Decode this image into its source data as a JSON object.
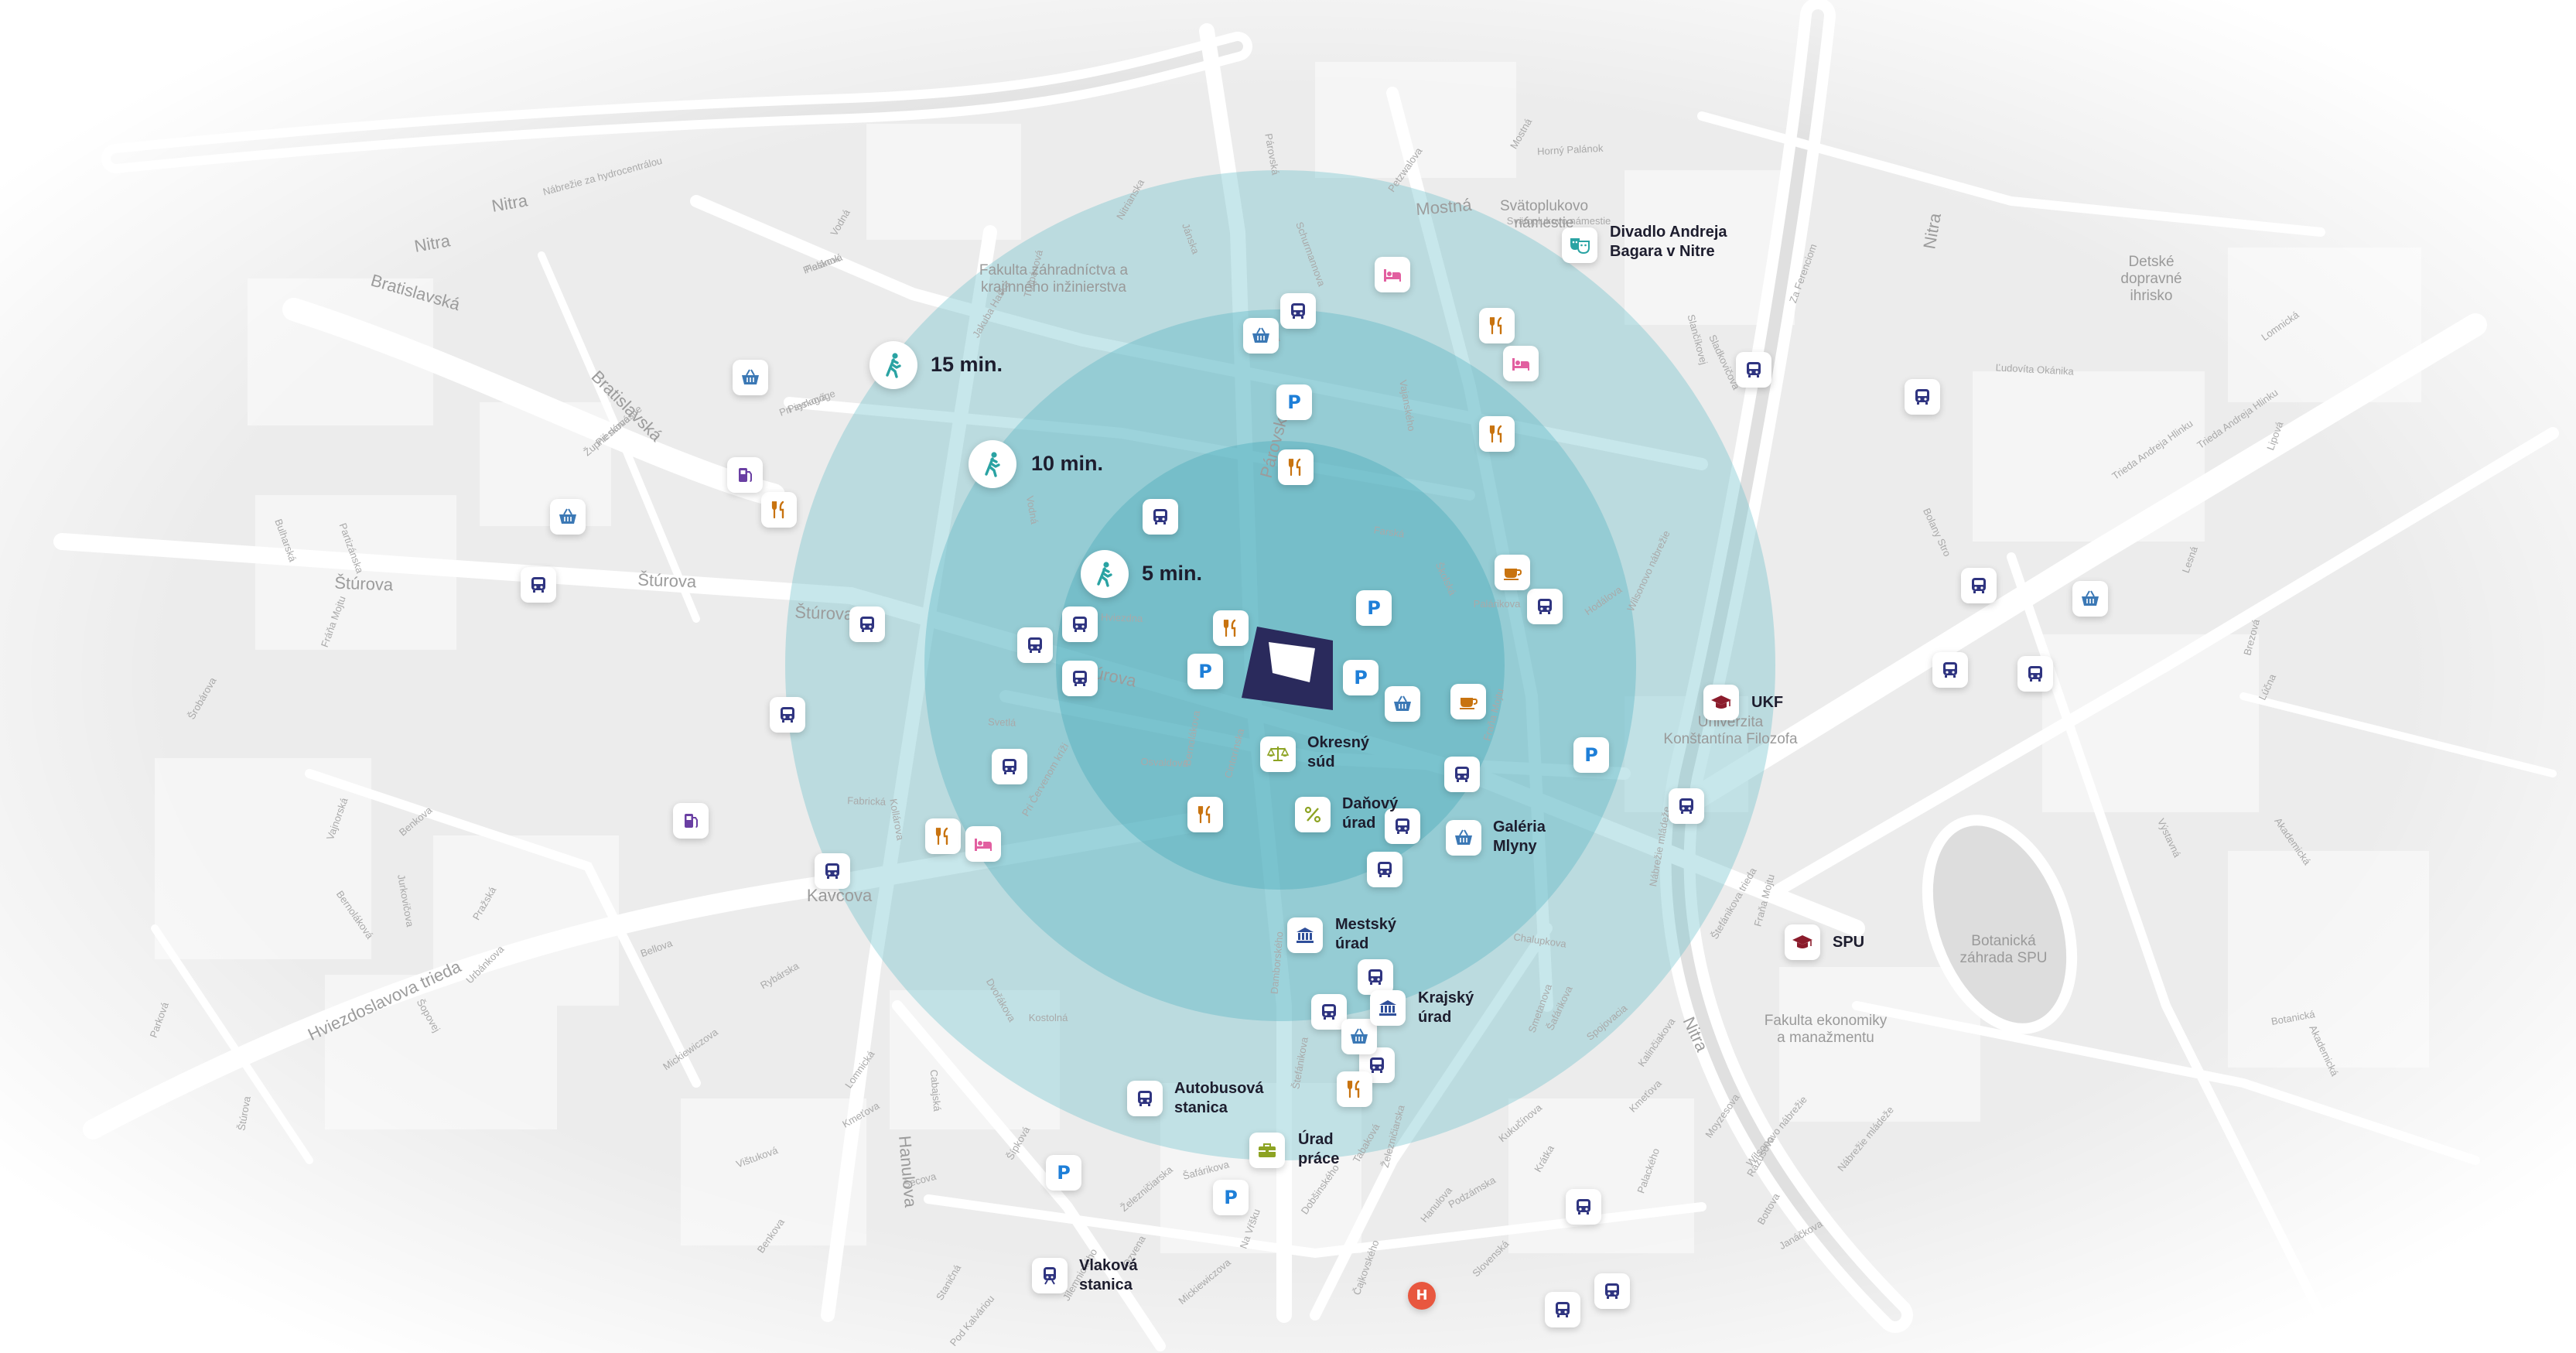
{
  "colors": {
    "circle_outer": "#6bbfcb",
    "circle_mid": "#57b3c2",
    "circle_inner": "#45a8b9",
    "building": "#2a2a5c",
    "bus": "#2f3480",
    "parking": "#1e7fd8",
    "food": "#c8730f",
    "shop": "#3b78b5",
    "hotel": "#e25fa0",
    "fuel": "#6a3fa3",
    "walk": "#2aa3a3",
    "university": "#8b1c2c",
    "office": "#2f4f9a",
    "green": "#8da323",
    "hospital": "#e8573f"
  },
  "walk_rings": [
    {
      "id": "ring-15",
      "label": "15 min.",
      "icon": "walking-person-icon"
    },
    {
      "id": "ring-10",
      "label": "10 min.",
      "icon": "walking-person-icon"
    },
    {
      "id": "ring-5",
      "label": "5 min.",
      "icon": "walking-person-icon"
    }
  ],
  "landmarks": [
    {
      "id": "divadlo",
      "label": "Divadlo Andreja\nBagara v Nitre",
      "icon": "theatre-masks-icon"
    },
    {
      "id": "ukf",
      "label": "UKF",
      "icon": "graduation-cap-icon"
    },
    {
      "id": "spu",
      "label": "SPU",
      "icon": "graduation-cap-icon"
    },
    {
      "id": "okresny-sud",
      "label": "Okresný\nsúd",
      "icon": "scales-icon"
    },
    {
      "id": "danovy-urad",
      "label": "Daňový\núrad",
      "icon": "percent-icon"
    },
    {
      "id": "galeria-mlyny",
      "label": "Galéria\nMlyny",
      "icon": "shopping-basket-icon"
    },
    {
      "id": "mestsky-urad",
      "label": "Mestský\núrad",
      "icon": "government-building-icon"
    },
    {
      "id": "krajsky-urad",
      "label": "Krajský\núrad",
      "icon": "government-building-icon"
    },
    {
      "id": "autobusova-stanica",
      "label": "Autobusová\nstanica",
      "icon": "bus-icon"
    },
    {
      "id": "urad-prace",
      "label": "Úrad\npráce",
      "icon": "briefcase-icon"
    },
    {
      "id": "vlakova-stanica",
      "label": "Vlaková\nstanica",
      "icon": "train-icon"
    }
  ],
  "map_labels": {
    "streets_major": [
      "Nitra",
      "Nitra",
      "Nitra",
      "Nitra",
      "Bratislavská",
      "Bratislavská",
      "Štúrova",
      "Štúrova",
      "Štúrova",
      "Párovská",
      "Štúrova",
      "Mostná",
      "Hviezdoslavova trieda",
      "Hanulova",
      "Kavcova"
    ],
    "streets_minor": [
      "Piesková",
      "Piesková",
      "Piesková",
      "Vodná",
      "Nábrežie za hydrocentrálou",
      "Jakuba Haška",
      "Tulipánová",
      "Nitrianska",
      "Jánska",
      "Nitrová",
      "Schurmannova",
      "Vajanského",
      "Farská",
      "Školská",
      "Palárikova",
      "Hodálova",
      "Wilsonovo nábrežie",
      "Fraňa Mojtu",
      "Sladkovičova",
      "Za Ferenciom",
      "Svätoplukovo námestie",
      "Horný Palánok",
      "Mostná",
      "Petzwalova",
      "Párovská",
      "Vodná",
      "Hviezdna",
      "Svetlá",
      "Fabrická",
      "Kollárova",
      "Pri Červenom kríži",
      "Osvaldova",
      "Cintorínska",
      "Bernolákova",
      "Damborského",
      "Chalupkova",
      "Smetanova",
      "Šafárikova",
      "Spojovacia",
      "Kmeťova",
      "Kalinčiakova",
      "Wilsonovo nábrežie",
      "Nábrežie mládeže",
      "Štefánikova trieda",
      "Štefánikova",
      "Železničiarska",
      "Staničná",
      "Kostolná",
      "Dvořákova",
      "Šafárikova",
      "Kukučínova",
      "Moyzesova",
      "Palackého",
      "Janáčkova",
      "Bottova",
      "Rázusova",
      "Nábrežie mládeže",
      "Trieda Andreja Hlinku",
      "Trieda Andreja Hlinku",
      "Lipová",
      "Ľudovíta Okánika",
      "Bolany Stro",
      "Lesná",
      "Brezová",
      "Lúčna",
      "Akademická",
      "Výstavná",
      "Botanická",
      "Akademická",
      "Lomnická",
      "Fraňa Mojtu",
      "Benkova",
      "Jurkovičova",
      "Bernoláková",
      "Pražská",
      "Vajnorská",
      "Slančíkovej",
      "Fráňa Mojtu",
      "Šrobárova",
      "Partizánska",
      "Bulharská",
      "Rybárska",
      "Urbánkova",
      "Bellova",
      "Šopovej",
      "Lomnická",
      "Mickiewiczova",
      "Cabajská",
      "Kmeťova",
      "Šecova",
      "Železničiarska",
      "Štúrova",
      "Parková",
      "Benkova",
      "Jilemnického",
      "Pod Kalváriou",
      "Čajkovského",
      "Hanulova",
      "Slovenská",
      "Vištuková",
      "Šípková",
      "Ozvena",
      "Mickiewiczova",
      "Dobšinského",
      "Podzámska",
      "Krátka",
      "Na Vŕšku",
      "Tabaková",
      "Palánok",
      "Pri synagóge",
      "Župné námestie"
    ],
    "places": [
      "Fakulta záhradníctva a\nkrajinného inžinierstva",
      "Svätoplukovo\nnámestie",
      "Detské\ndopravné\nihrisko",
      "Univerzita\nKonštantína Filozofa",
      "Fakulta ekonomiky\na manažmentu",
      "Botanická\nzáhrada SPU"
    ]
  },
  "poi_icons": {
    "bus": "bus-icon",
    "parking_letter": "P",
    "hospital_letter": "H",
    "food": "fork-knife-icon",
    "shop": "shopping-basket-icon",
    "hotel": "bed-icon",
    "fuel": "fuel-pump-icon",
    "cafe": "coffee-cup-icon",
    "train": "train-icon"
  },
  "center_building": "office-building-icon"
}
